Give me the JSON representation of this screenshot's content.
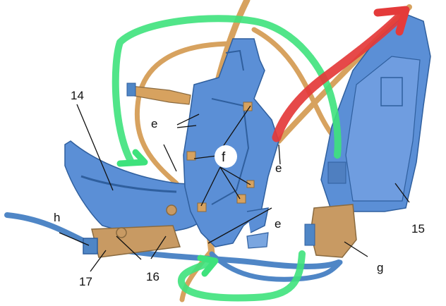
{
  "callouts": {
    "c14": "14",
    "c15": "15",
    "c16": "16",
    "c17": "17",
    "e_top": "e",
    "e_mid": "e",
    "e_low": "e",
    "f": "f",
    "g": "g",
    "h": "h"
  },
  "colors": {
    "part_blue": "#5b8fd6",
    "part_blue_dark": "#2f5f9e",
    "cable_tan": "#d7a25f",
    "cable_blue": "#4f86c6",
    "bracket_tan": "#c89a63",
    "arrow_green": "#3ee27c",
    "arrow_red": "#e43a3a",
    "leader": "#111111"
  },
  "arrows": [
    {
      "name": "green-routing-arrow-upper",
      "color": "green"
    },
    {
      "name": "green-routing-arrow-lower",
      "color": "green"
    },
    {
      "name": "red-routing-arrow",
      "color": "red"
    }
  ]
}
